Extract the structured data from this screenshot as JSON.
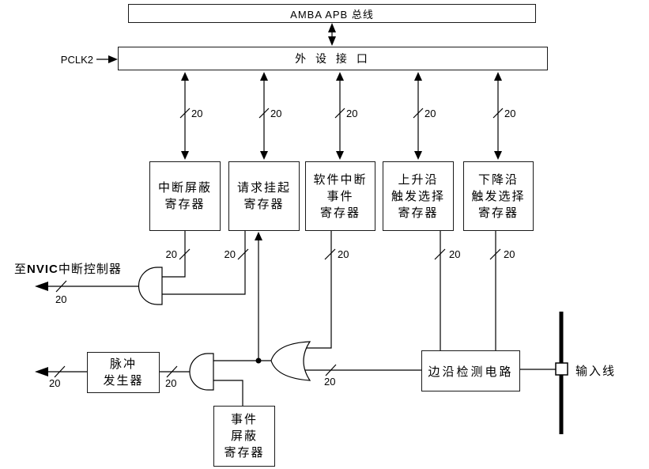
{
  "colors": {
    "line": "#000000",
    "background": "#ffffff"
  },
  "top": {
    "amba_bus": "AMBA APB 总线",
    "peripheral_interface": "外 设 接 口",
    "pclk2": "PCLK2"
  },
  "registers": [
    {
      "label": "中断屏蔽\n寄存器"
    },
    {
      "label": "请求挂起\n寄存器"
    },
    {
      "label": "软件中断\n事件\n寄存器"
    },
    {
      "label": "上升沿\n触发选择\n寄存器"
    },
    {
      "label": "下降沿\n触发选择\n寄存器"
    }
  ],
  "nvic_output": {
    "prefix": "至",
    "bold": "NVIC",
    "suffix": "中断控制器"
  },
  "bottom": {
    "pulse_generator": "脉冲\n发生器",
    "event_mask_register": "事件\n屏蔽\n寄存器",
    "edge_detect_circuit": "边沿检测电路",
    "input_line": "输入线"
  },
  "bus_width_label": "20",
  "icons": {
    "and_gate": "and-gate-shape",
    "or_gate": "or-gate-shape",
    "junction_dot": "wire-junction",
    "input_bar": "thick-input-line",
    "connector_square": "open-square-connector"
  }
}
